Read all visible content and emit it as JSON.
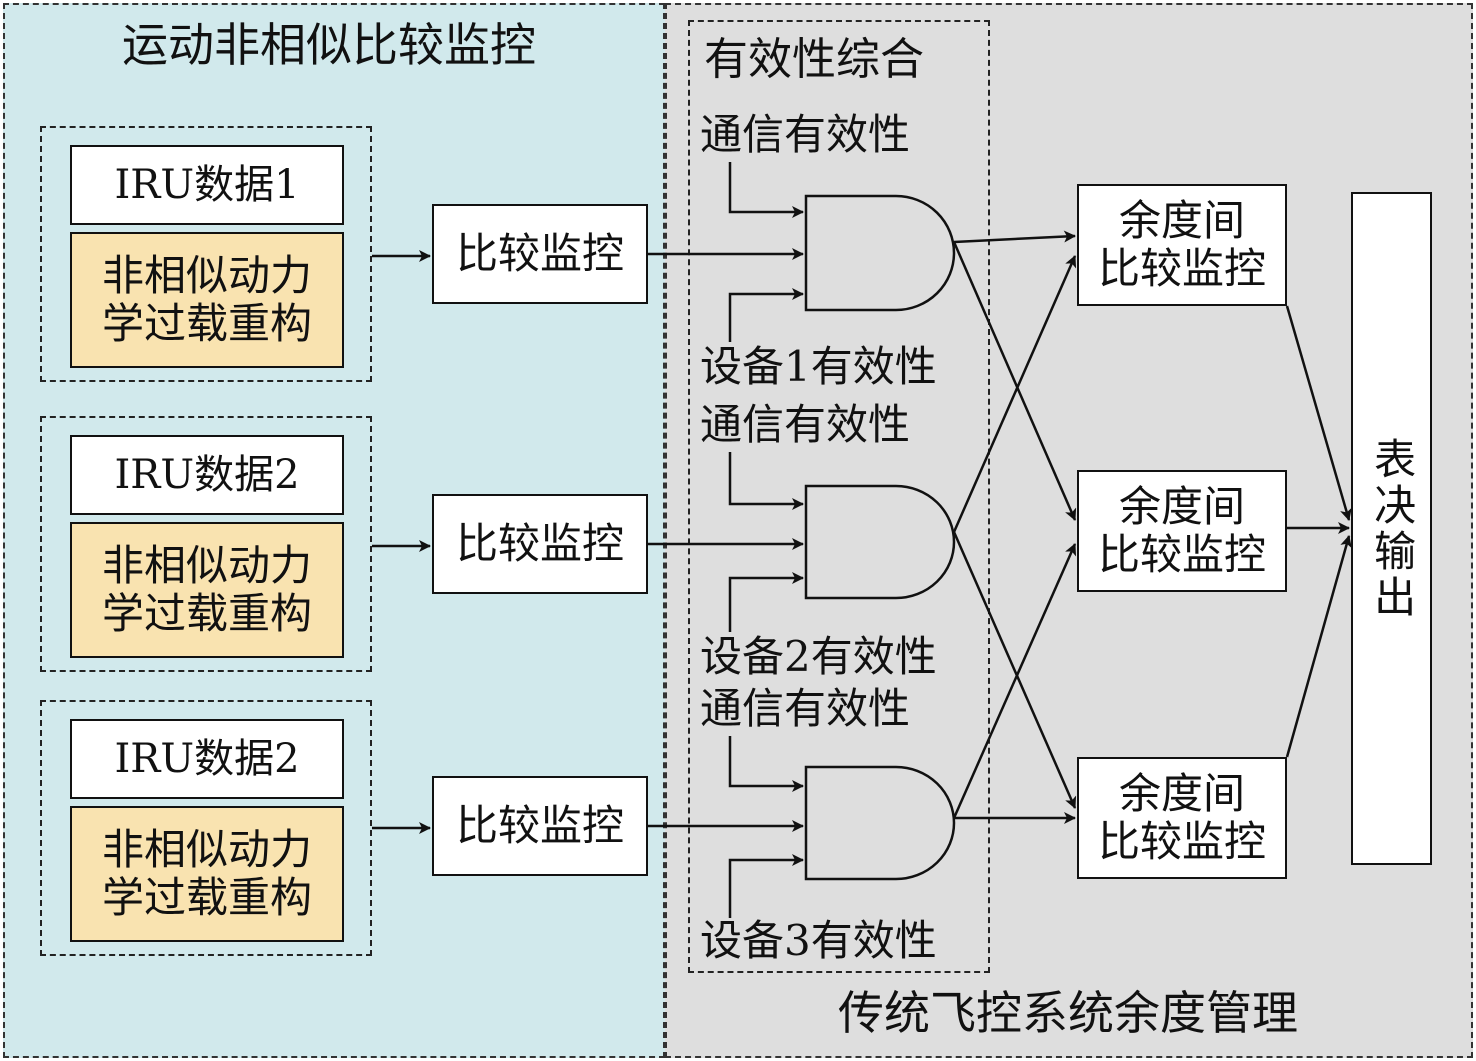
{
  "left_panel": {
    "title": "运动非相似比较监控"
  },
  "right_panel": {
    "title": "传统飞控系统余度管理"
  },
  "validity_group": {
    "title": "有效性综合"
  },
  "channels": [
    {
      "iru_label": "IRU数据1",
      "reconstruct_label": "非相似动力学过载重构",
      "compare_label": "比较监控",
      "comm_validity": "通信有效性",
      "device_validity": "设备1有效性"
    },
    {
      "iru_label": "IRU数据2",
      "reconstruct_label": "非相似动力学过载重构",
      "compare_label": "比较监控",
      "comm_validity": "通信有效性",
      "device_validity": "设备2有效性"
    },
    {
      "iru_label": "IRU数据2",
      "reconstruct_label": "非相似动力学过载重构",
      "compare_label": "比较监控",
      "comm_validity": "通信有效性",
      "device_validity": "设备3有效性"
    }
  ],
  "redundancy_monitors": [
    {
      "label": "余度间比较监控"
    },
    {
      "label": "余度间比较监控"
    },
    {
      "label": "余度间比较监控"
    }
  ],
  "vote_output": {
    "label": "表决输出"
  },
  "colors": {
    "left_bg": "#d1e9ec",
    "right_bg": "#dedede",
    "reconstruct_bg": "#f9e3b0"
  }
}
